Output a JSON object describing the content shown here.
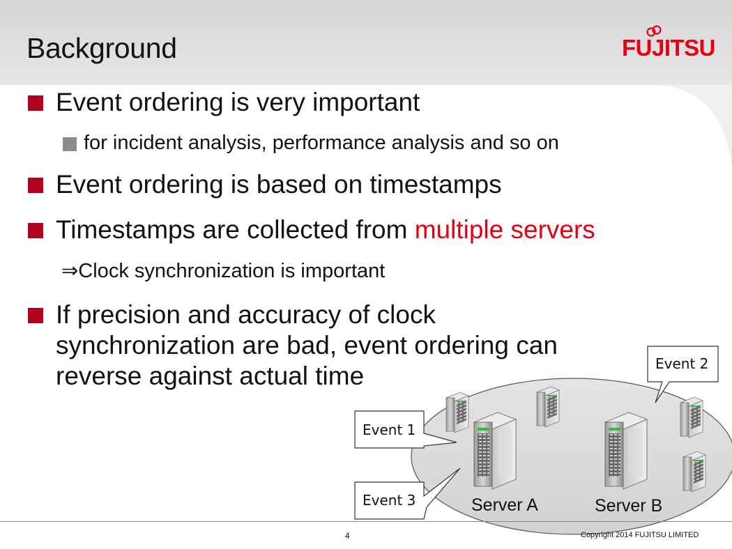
{
  "slide": {
    "title": "Background",
    "logo_text": "FUJITSU",
    "bullets": [
      "Event ordering is very important",
      "for incident analysis, performance analysis and so on",
      "Event ordering is based on timestamps",
      "Timestamps are collected from ",
      "multiple servers",
      "⇒Clock synchronization is important",
      "If precision and accuracy of clock",
      "synchronization are bad, event ordering can",
      "reverse against actual time"
    ],
    "colors": {
      "accent_red": "#e60012",
      "bullet_red": "#b1001c",
      "bullet_grey": "#8c8c8c"
    }
  },
  "diagram": {
    "events": [
      "Event 1",
      "Event 2",
      "Event 3"
    ],
    "servers": [
      "Server A",
      "Server B"
    ]
  },
  "footer": {
    "page_number": "4",
    "copyright": "Copyright 2014 FUJITSU LIMITED"
  }
}
